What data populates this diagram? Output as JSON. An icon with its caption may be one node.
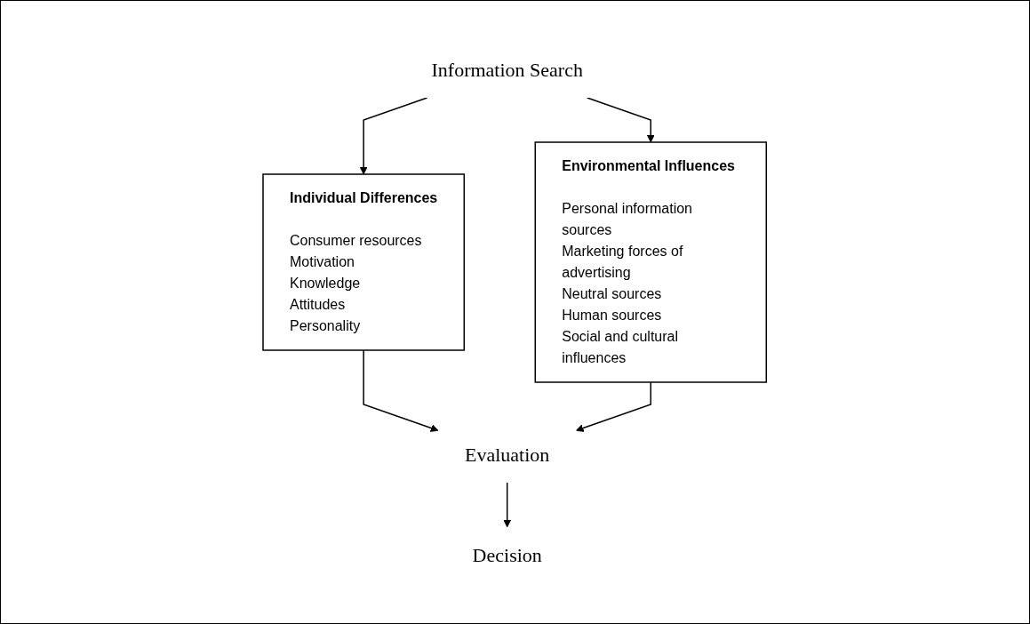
{
  "diagram": {
    "nodes": [
      {
        "text": [
          "Information Search"
        ]
      },
      {
        "text": [
          "Individual Differences",
          "Consumer resources",
          "Motivation",
          "Knowledge",
          "Attitudes",
          "Personality"
        ]
      },
      {
        "text": [
          "Environmental Influences",
          "Personal information sources",
          "Marketing forces of advertising",
          "Neutral sources",
          "Human sources",
          "Social and cultural influences"
        ]
      },
      {
        "text": [
          "Evaluation"
        ]
      },
      {
        "text": [
          "Decision"
        ]
      }
    ],
    "edges": [
      {
        "from": 0,
        "to": 1,
        "arrow": "to"
      },
      {
        "from": 0,
        "to": 2,
        "arrow": "to"
      },
      {
        "from": 1,
        "to": 3,
        "arrow": "to"
      },
      {
        "from": 2,
        "to": 3,
        "arrow": "to"
      },
      {
        "from": 3,
        "to": 4,
        "arrow": "to"
      }
    ]
  }
}
